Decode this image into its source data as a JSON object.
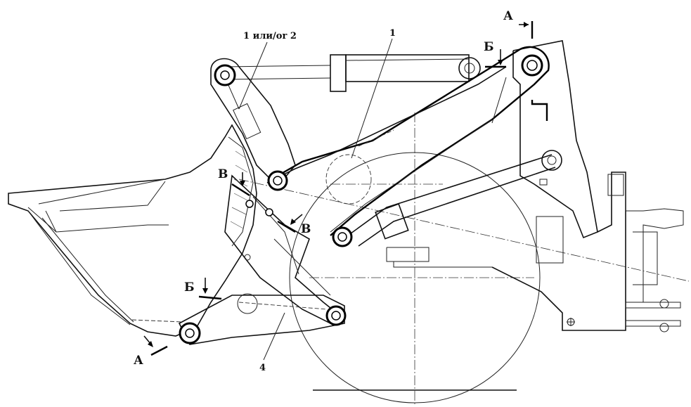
{
  "labels": {
    "callout_1_or_2": "1 или/or 2",
    "callout_1": "1",
    "callout_4": "4",
    "section_a_top": "А",
    "section_a_bottom": "А",
    "section_b_top": "Б",
    "section_b_left": "Б",
    "section_v_upper": "В",
    "section_v_lower": "В"
  }
}
